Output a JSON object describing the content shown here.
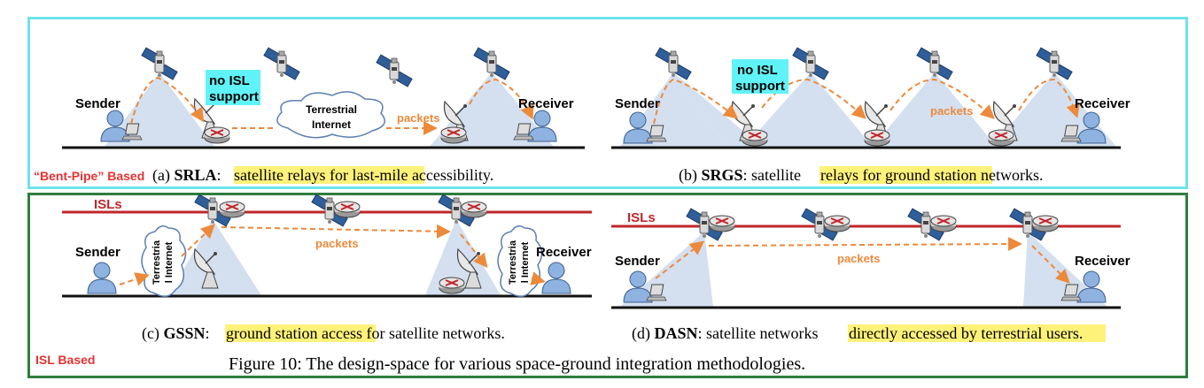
{
  "groups": {
    "bent_pipe": "“Bent-Pipe” Based",
    "isl": "ISL Based"
  },
  "panels": {
    "a": {
      "sender": "Sender",
      "receiver": "Receiver",
      "note_line1": "no ISL",
      "note_line2": "support",
      "cloud_line1": "Terrestrial",
      "cloud_line2": "Internet",
      "packets": "packets",
      "cap_prefix": "(a) ",
      "cap_name": "SRLA",
      "cap_sep": ": ",
      "cap_highlight": "satellite relays for last-mile",
      "cap_rest": " accessibility."
    },
    "b": {
      "sender": "Sender",
      "receiver": "Receiver",
      "note_line1": "no ISL",
      "note_line2": "support",
      "packets": "packets",
      "cap_prefix": "(b) ",
      "cap_name": "SRGS",
      "cap_mid": ": satellite ",
      "cap_highlight": "relays for ground station",
      "cap_rest": " networks."
    },
    "c": {
      "isl": "ISLs",
      "sender": "Sender",
      "receiver": "Receiver",
      "cloud_line1": "Terrestria",
      "cloud_line2": "l Internet",
      "packets": "packets",
      "cap_prefix": "(c) ",
      "cap_name": "GSSN",
      "cap_sep": ": ",
      "cap_highlight": "ground station access",
      "cap_rest": " for satellite networks."
    },
    "d": {
      "isl": "ISLs",
      "sender": "Sender",
      "receiver": "Receiver",
      "packets": "packets",
      "cap_prefix": "(d) ",
      "cap_name": "DASN",
      "cap_mid": ": satellite networks ",
      "cap_highlight": "directly accessed by terrestrial users",
      "cap_rest": "."
    }
  },
  "figure_caption": "Figure 10: The design-space for various space-ground integration methodologies.",
  "colors": {
    "bent_pipe_border": "#6fe3ea",
    "isl_border": "#2e7d3e",
    "isl_line": "#c0262c",
    "packet_arrow": "#ec8a3c",
    "highlight": "#fff27a",
    "note_bg": "#5ff3f7",
    "beam": "#c9d8ec"
  }
}
